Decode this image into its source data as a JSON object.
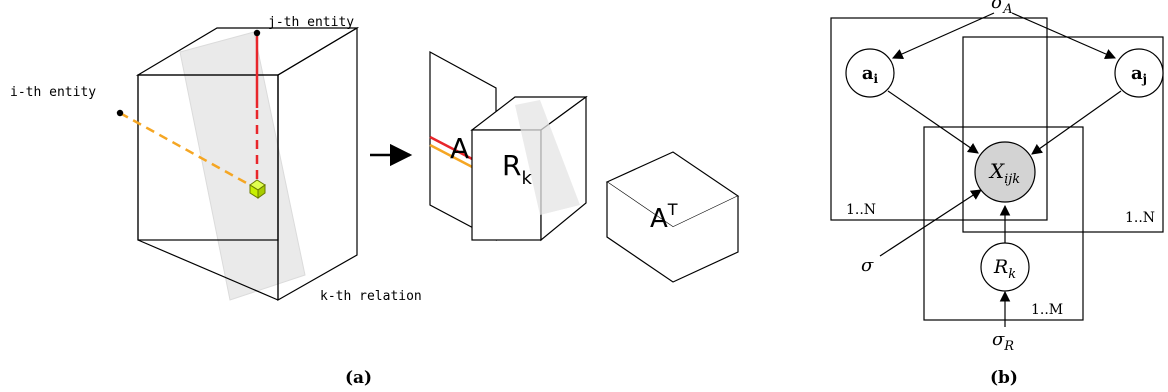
{
  "panel_a": {
    "caption": "(a)",
    "labels": {
      "j_entity": "j-th entity",
      "i_entity": "i-th entity",
      "k_relation": "k-th relation"
    },
    "matrix_A": "A",
    "matrix_R": "R",
    "matrix_R_sub": "k",
    "matrix_AT": "A",
    "matrix_AT_sup": "T",
    "colors": {
      "i_line": "#f5a623",
      "j_line": "#e8262b",
      "cell": "#c8f000",
      "slice": "#e8e8e8"
    }
  },
  "panel_b": {
    "caption": "(b)",
    "nodes": {
      "a_i_main": "a",
      "a_i_sub": "i",
      "a_j_main": "a",
      "a_j_sub": "j",
      "x_main": "X",
      "x_sub": "ijk",
      "r_main": "R",
      "r_sub": "k"
    },
    "params": {
      "sigma_a_main": "σ",
      "sigma_a_sub": "A",
      "sigma": "σ",
      "sigma_r_main": "σ",
      "sigma_r_sub": "R"
    },
    "plates": {
      "left": "1..N",
      "right": "1..N",
      "bottom": "1..M"
    },
    "colors": {
      "observed_node": "#d3d3d3"
    }
  }
}
